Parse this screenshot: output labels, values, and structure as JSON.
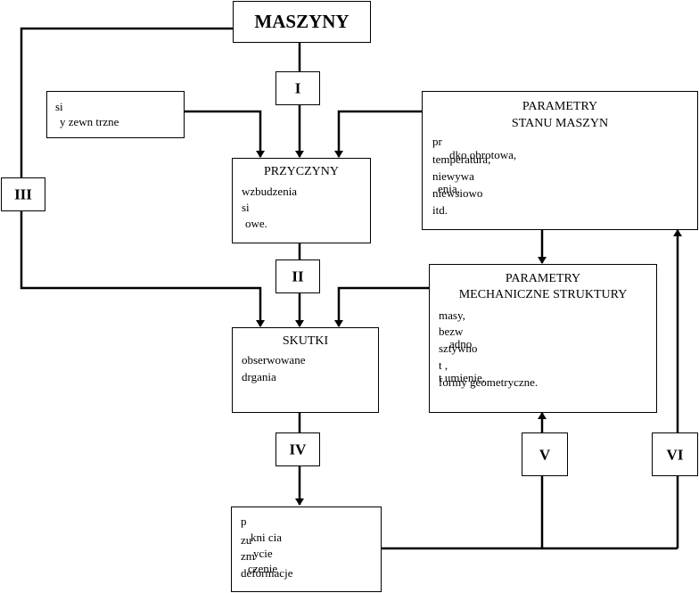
{
  "boxes": {
    "maszyny": {
      "title": "MASZYNY"
    },
    "sily": {
      "lines": [
        "si",
        "y zewn trzne"
      ]
    },
    "przyczyny": {
      "title": "PRZYCZYNY",
      "lines": [
        "wzbudzenia",
        "si",
        "owe."
      ]
    },
    "parametry_stanu": {
      "title_line1": "PARAMETRY",
      "title_line2": "STANU MASZYN",
      "lines": [
        "pr",
        "dko  obrotowa,",
        "temperatura,",
        "niewywa",
        "enia,",
        "niewsiowo",
        "itd."
      ]
    },
    "skutki": {
      "title": "SKUTKI",
      "lines": [
        "obserwowane",
        "drgania"
      ]
    },
    "parametry_mech": {
      "title_line1": "PARAMETRY",
      "title_line2": "MECHANICZNE STRUKTURY",
      "lines": [
        "masy,",
        "bezw",
        "adno",
        "sztywno",
        "t  ,",
        "t umienie,",
        "formy geometryczne."
      ]
    },
    "zniszczenia": {
      "lines": [
        "p",
        "kni cia",
        "zu",
        "ycie",
        "zm",
        "czenie",
        "deformacje"
      ]
    }
  },
  "labels": {
    "I": "I",
    "II": "II",
    "III": "III",
    "IV": "IV",
    "V": "V",
    "VI": "VI"
  }
}
